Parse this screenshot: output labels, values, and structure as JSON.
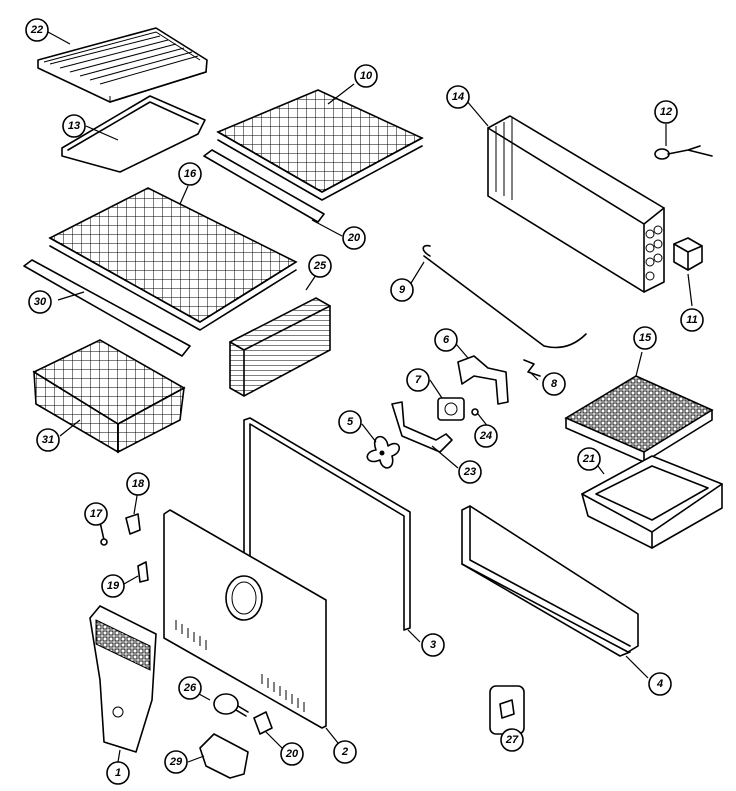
{
  "diagram": {
    "callouts": [
      {
        "id": "c1",
        "label": "1"
      },
      {
        "id": "c2",
        "label": "2"
      },
      {
        "id": "c3",
        "label": "3"
      },
      {
        "id": "c4",
        "label": "4"
      },
      {
        "id": "c5",
        "label": "5"
      },
      {
        "id": "c6",
        "label": "6"
      },
      {
        "id": "c7",
        "label": "7"
      },
      {
        "id": "c8",
        "label": "8"
      },
      {
        "id": "c9",
        "label": "9"
      },
      {
        "id": "c10",
        "label": "10"
      },
      {
        "id": "c11",
        "label": "11"
      },
      {
        "id": "c12",
        "label": "12"
      },
      {
        "id": "c13",
        "label": "13"
      },
      {
        "id": "c14",
        "label": "14"
      },
      {
        "id": "c15",
        "label": "15"
      },
      {
        "id": "c16",
        "label": "16"
      },
      {
        "id": "c17",
        "label": "17"
      },
      {
        "id": "c18",
        "label": "18"
      },
      {
        "id": "c19",
        "label": "19"
      },
      {
        "id": "c20a",
        "label": "20"
      },
      {
        "id": "c20b",
        "label": "20"
      },
      {
        "id": "c21",
        "label": "21"
      },
      {
        "id": "c22",
        "label": "22"
      },
      {
        "id": "c23",
        "label": "23"
      },
      {
        "id": "c24",
        "label": "24"
      },
      {
        "id": "c25",
        "label": "25"
      },
      {
        "id": "c26",
        "label": "26"
      },
      {
        "id": "c27",
        "label": "27"
      },
      {
        "id": "c29",
        "label": "29"
      },
      {
        "id": "c30",
        "label": "30"
      },
      {
        "id": "c31",
        "label": "31"
      }
    ]
  }
}
